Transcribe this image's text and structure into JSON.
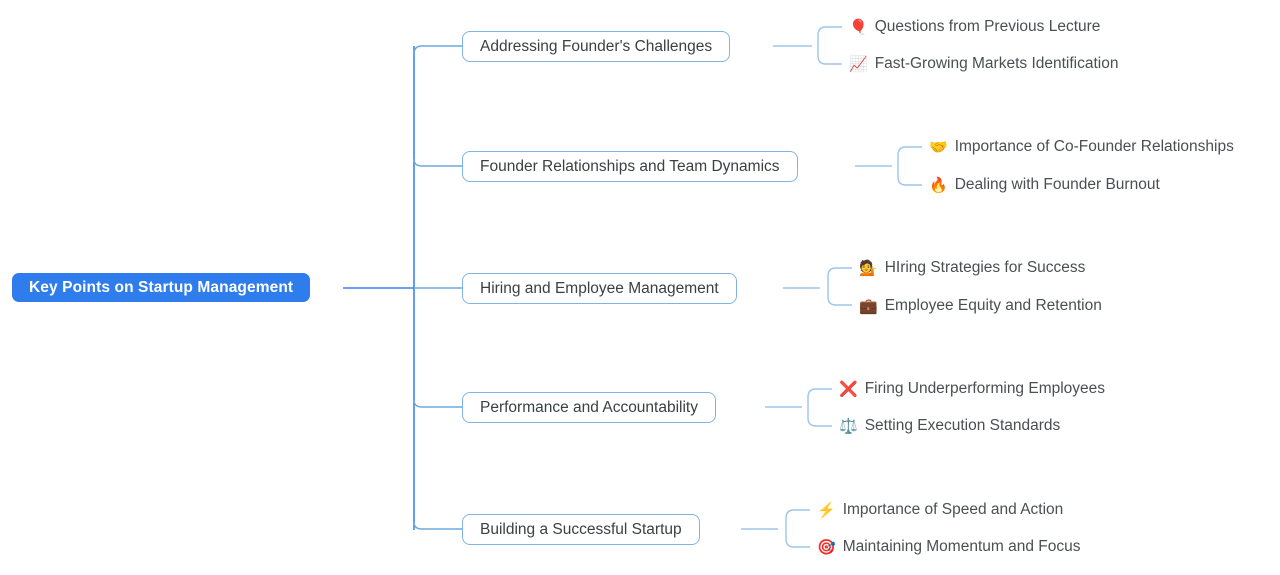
{
  "diagram": {
    "type": "mindmap",
    "title": "Key Points on Startup Management",
    "colors": {
      "root_fill": "#2f7ced",
      "root_text": "#ffffff",
      "branch_border": "#7fb4e6",
      "branch_text": "#3c4043",
      "leaf_text": "#4b4f52",
      "trunk_line": "#3b82f6",
      "leaf_line": "#9ec5e8",
      "background": "#ffffff"
    },
    "root": {
      "label": "Key Points on Startup Management"
    },
    "branches": [
      {
        "label": "Addressing Founder's Challenges",
        "leaves": [
          {
            "icon": "🎈",
            "icon_name": "balloon-icon",
            "label": "Questions from Previous Lecture"
          },
          {
            "icon": "📈",
            "icon_name": "chart-increasing-icon",
            "label": "Fast-Growing Markets Identification"
          }
        ]
      },
      {
        "label": "Founder Relationships and Team Dynamics",
        "leaves": [
          {
            "icon": "🤝",
            "icon_name": "handshake-icon",
            "label": "Importance of Co-Founder Relationships"
          },
          {
            "icon": "🔥",
            "icon_name": "fire-icon",
            "label": "Dealing with Founder Burnout"
          }
        ]
      },
      {
        "label": "Hiring and Employee Management",
        "leaves": [
          {
            "icon": "💁",
            "icon_name": "person-tipping-hand-icon",
            "label": "HIring Strategies for Success"
          },
          {
            "icon": "💼",
            "icon_name": "briefcase-icon",
            "label": "Employee Equity and Retention"
          }
        ]
      },
      {
        "label": "Performance and Accountability",
        "leaves": [
          {
            "icon": "❌",
            "icon_name": "cross-mark-icon",
            "label": "Firing Underperforming Employees"
          },
          {
            "icon": "⚖️",
            "icon_name": "balance-scale-icon",
            "label": "Setting Execution Standards"
          }
        ]
      },
      {
        "label": "Building a Successful Startup",
        "leaves": [
          {
            "icon": "⚡",
            "icon_name": "high-voltage-icon",
            "label": "Importance of Speed and Action"
          },
          {
            "icon": "🎯",
            "icon_name": "direct-hit-icon",
            "label": "Maintaining Momentum and Focus"
          }
        ]
      }
    ]
  }
}
